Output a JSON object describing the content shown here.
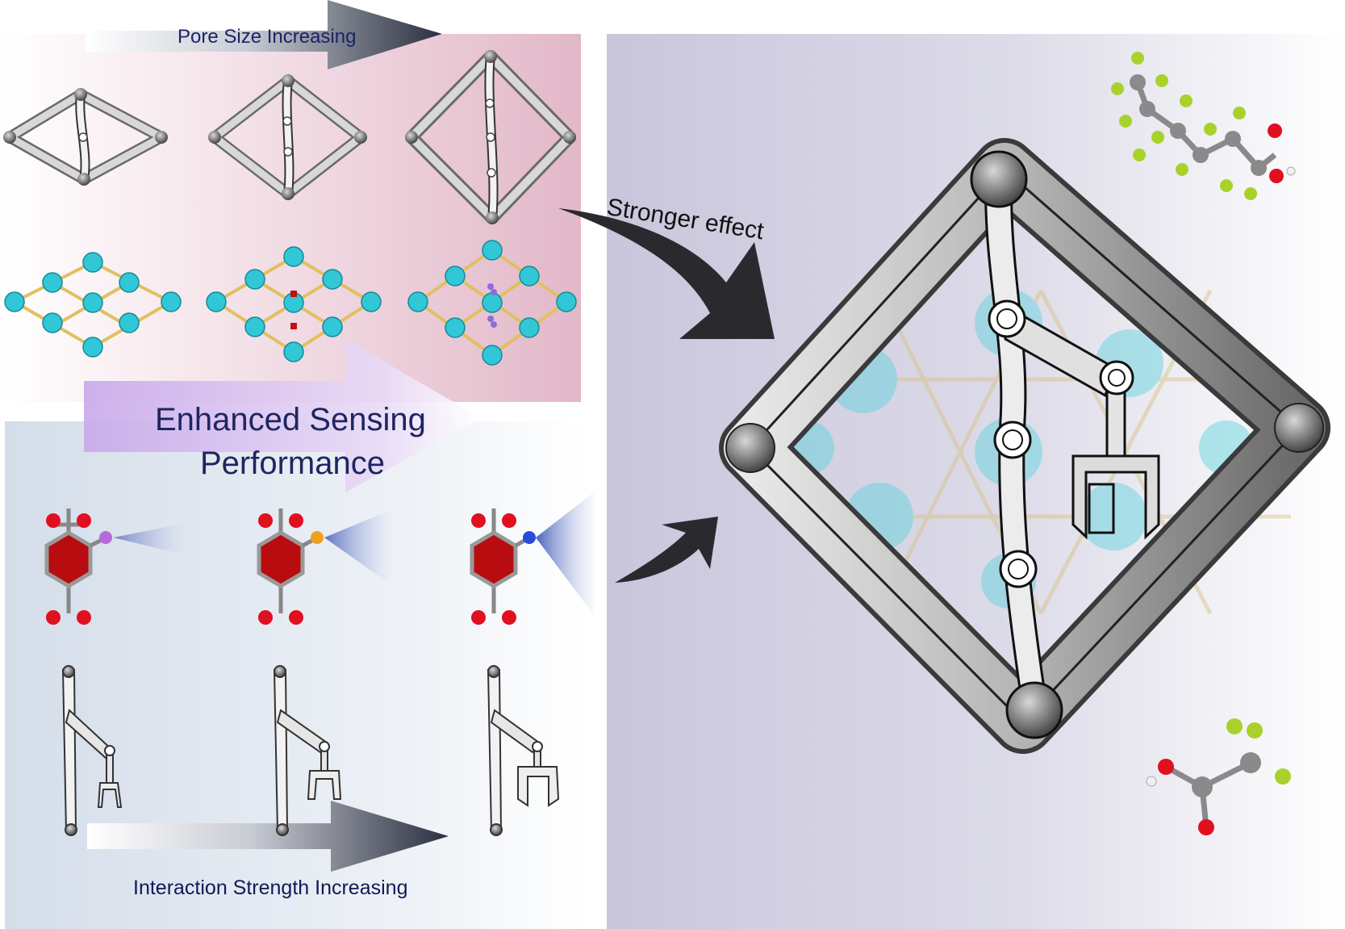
{
  "labels": {
    "pore_size": "Pore Size Increasing",
    "sensing_line1": "Enhanced Sensing",
    "sensing_line2": "Performance",
    "stronger": "Stronger effect",
    "interaction": "Interaction Strength Increasing"
  },
  "colors": {
    "pink_panel": "#e6bfcd",
    "blue_panel": "#dbe3ee",
    "lavender_panel": "#cdcbe0",
    "purple_arrow": "#d6c1ee",
    "cluster_cyan": "#31c7d6",
    "linker_gold": "#e8c86a",
    "oxygen_red": "#e0101e",
    "ring_red": "#b80c10",
    "fluorine_green": "#a8d22a",
    "carbon_grey": "#8a8a8a",
    "iodine_purple": "#b86ad8",
    "bromine_orange": "#f0a020",
    "nitrogen_blue": "#2a4ad8",
    "metal_grey": "#9a9a9a",
    "arrow_dark": "#2a2a2e"
  },
  "icons": [
    "rhombic-frame-icon",
    "mof-framework-icon",
    "terephthalate-linker-icon",
    "robot-arm-icon",
    "pfoa-molecule-icon",
    "tfa-molecule-icon"
  ]
}
